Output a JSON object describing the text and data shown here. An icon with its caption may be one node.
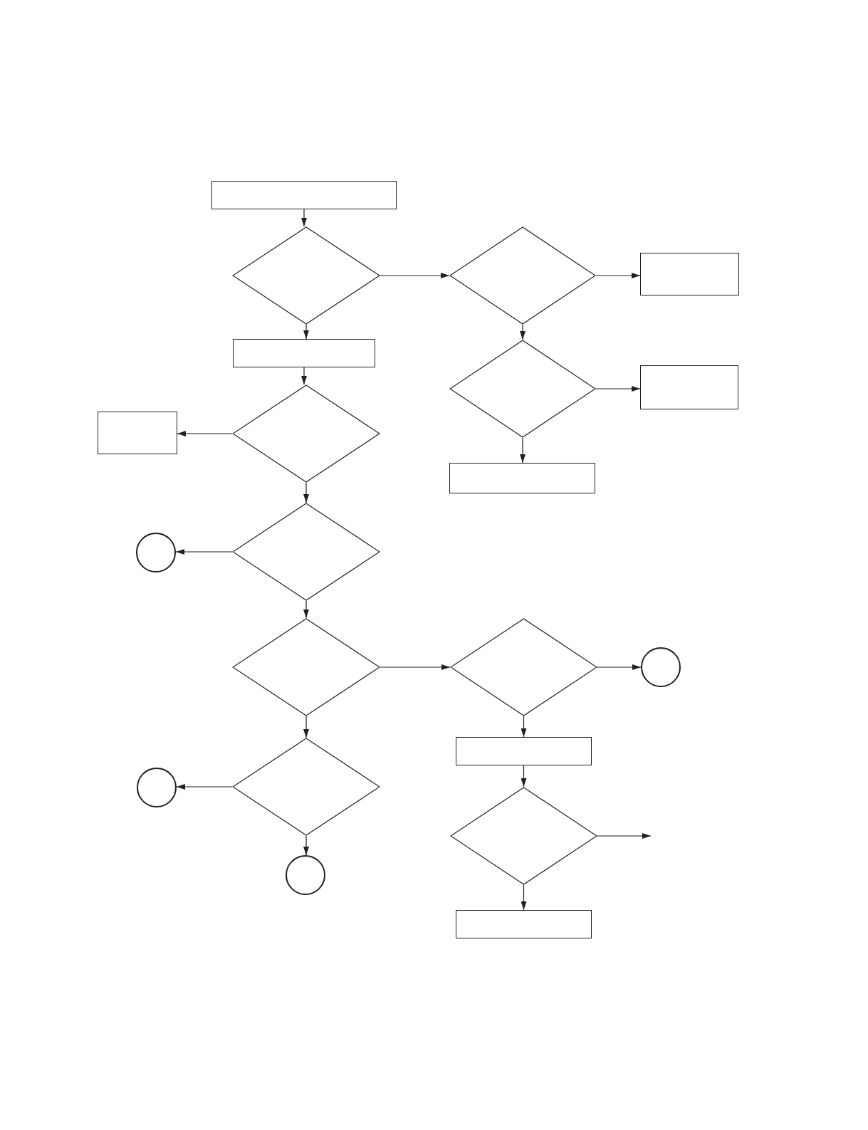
{
  "diagram": {
    "nodes": [
      {
        "text": [],
        "shape": "box"
      },
      {
        "text": [],
        "shape": "diamond"
      },
      {
        "text": [],
        "shape": "diamond"
      },
      {
        "text": [],
        "shape": "box"
      },
      {
        "text": [],
        "shape": "box"
      },
      {
        "text": [],
        "shape": "diamond"
      },
      {
        "text": [],
        "shape": "box"
      },
      {
        "text": [],
        "shape": "box"
      },
      {
        "text": [],
        "shape": "diamond"
      },
      {
        "text": [],
        "shape": "box"
      },
      {
        "text": [],
        "shape": "circle"
      },
      {
        "text": [],
        "shape": "diamond"
      },
      {
        "text": [],
        "shape": "diamond"
      },
      {
        "text": [],
        "shape": "diamond"
      },
      {
        "text": [],
        "shape": "circle"
      },
      {
        "text": [],
        "shape": "box"
      },
      {
        "text": [],
        "shape": "circle"
      },
      {
        "text": [],
        "shape": "diamond"
      },
      {
        "text": [],
        "shape": "diamond"
      },
      {
        "text": [],
        "shape": "circle"
      },
      {
        "text": [],
        "shape": "box"
      }
    ],
    "edges": [
      {
        "from": 0,
        "to": 1,
        "arrow": "to"
      },
      {
        "from": 1,
        "to": 2,
        "arrow": "to"
      },
      {
        "from": 2,
        "to": 3,
        "arrow": "to"
      },
      {
        "from": 1,
        "to": 4,
        "arrow": "to"
      },
      {
        "from": 2,
        "to": 5,
        "arrow": "to"
      },
      {
        "from": 5,
        "to": 6,
        "arrow": "to"
      },
      {
        "from": 4,
        "to": 8,
        "arrow": "to"
      },
      {
        "from": 8,
        "to": 7,
        "arrow": "to"
      },
      {
        "from": 5,
        "to": 9,
        "arrow": "to"
      },
      {
        "from": 8,
        "to": 11,
        "arrow": "to"
      },
      {
        "from": 11,
        "to": 10,
        "arrow": "to"
      },
      {
        "from": 11,
        "to": 12,
        "arrow": "to"
      },
      {
        "from": 12,
        "to": 13,
        "arrow": "to"
      },
      {
        "from": 13,
        "to": 14,
        "arrow": "to"
      },
      {
        "from": 13,
        "to": 15,
        "arrow": "to"
      },
      {
        "from": 12,
        "to": 17,
        "arrow": "to"
      },
      {
        "from": 17,
        "to": 16,
        "arrow": "to"
      },
      {
        "from": 17,
        "to": 19,
        "arrow": "to"
      },
      {
        "from": 15,
        "to": 18,
        "arrow": "to"
      },
      {
        "from": 18,
        "to": null,
        "arrow": "to"
      },
      {
        "from": 18,
        "to": 20,
        "arrow": "to"
      }
    ]
  }
}
